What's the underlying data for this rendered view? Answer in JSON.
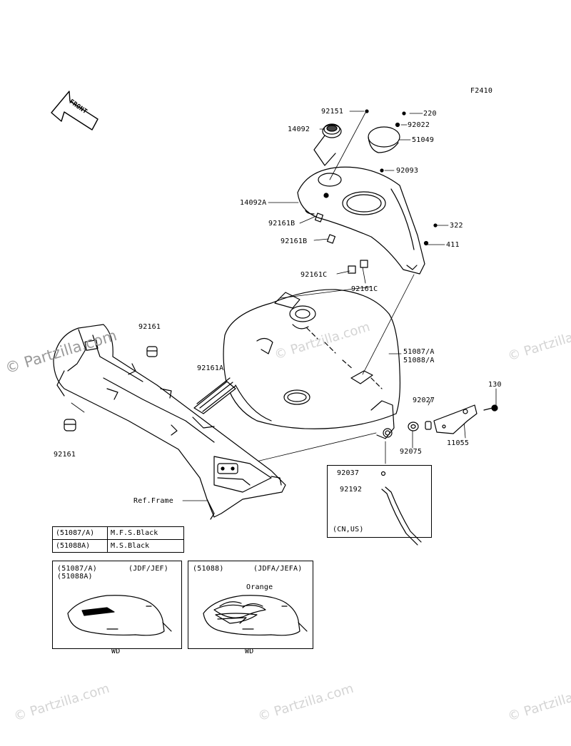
{
  "figure_code": "F2410",
  "front_label": "FRONT",
  "watermarks": {
    "main": "© Partzilla.com",
    "faint": "© Partzilla.com"
  },
  "labels": {
    "p92151": "92151",
    "p220": "220",
    "p14092": "14092",
    "p92022": "92022",
    "p51049": "51049",
    "p92093": "92093",
    "p14092A": "14092A",
    "p92161B_1": "92161B",
    "p92161B_2": "92161B",
    "p322": "322",
    "p411": "411",
    "p92161C_1": "92161C",
    "p92161C_2": "92161C",
    "p92161_top": "92161",
    "p51087A": "51087/A",
    "p51088A": "51088/A",
    "p92161A": "92161A",
    "p130": "130",
    "p92027": "92027",
    "p11055": "11055",
    "p92075": "92075",
    "p92161_bot": "92161",
    "p92037": "92037",
    "p92192": "92192",
    "ref_frame": "Ref.Frame",
    "cn_us": "(CN,US)"
  },
  "color_table": [
    {
      "part": "(51087/A)",
      "color": "M.F.S.Black"
    },
    {
      "part": "(51088A)",
      "color": "M.S.Black"
    }
  ],
  "variant_left": {
    "parts_line1": "(51087/A)",
    "parts_line2": "(51088A)",
    "models": "(JDF/JEF)",
    "caption": "WD"
  },
  "variant_right": {
    "parts": "(51088)",
    "models": "(JDFA/JEFA)",
    "color_note": "Orange",
    "caption": "WD"
  }
}
